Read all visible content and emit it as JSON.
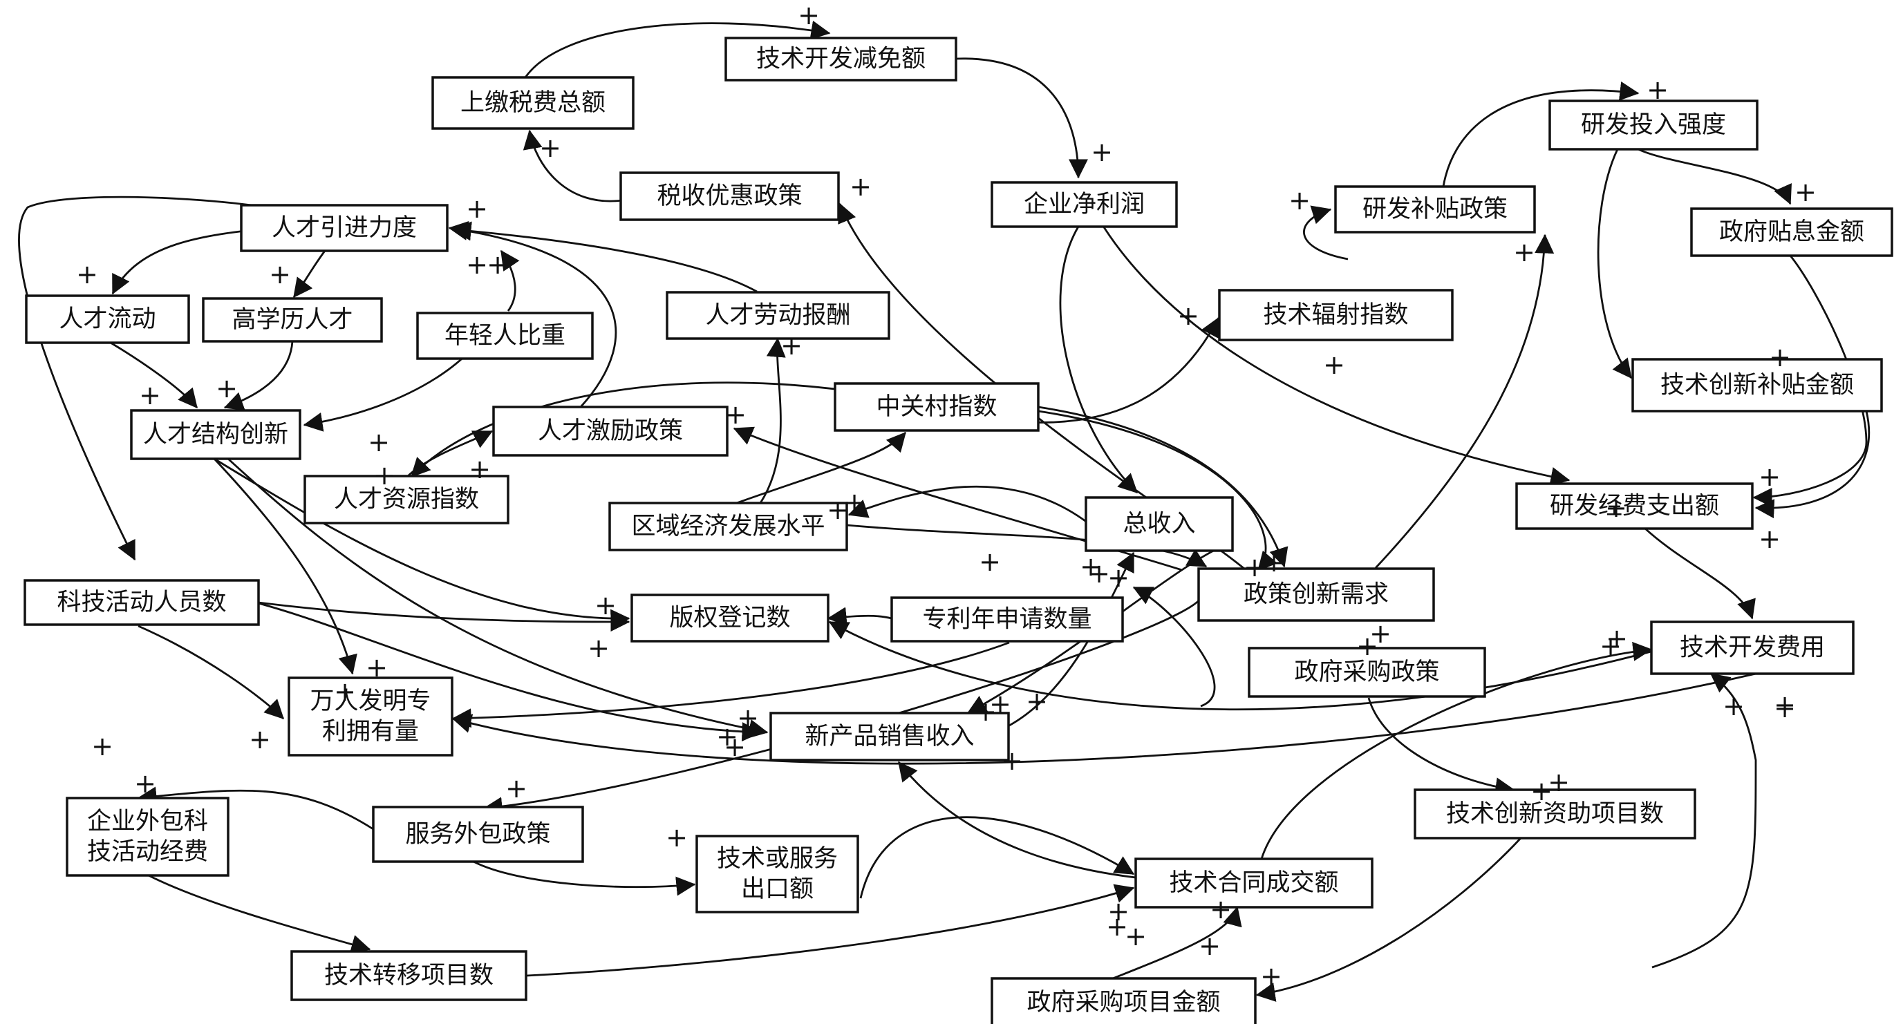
{
  "nodes": [
    {
      "id": "jishu_kaifa_jianmian",
      "label": [
        "技术开发减免额"
      ]
    },
    {
      "id": "shangjiao_shuifei",
      "label": [
        "上缴税费总额"
      ]
    },
    {
      "id": "yanfa_touru_qiangdu",
      "label": [
        "研发投入强度"
      ]
    },
    {
      "id": "qiye_jinglirun",
      "label": [
        "企业净利润"
      ]
    },
    {
      "id": "shuishou_youhui",
      "label": [
        "税收优惠政策"
      ]
    },
    {
      "id": "yanfa_butie",
      "label": [
        "研发补贴政策"
      ]
    },
    {
      "id": "zhengfu_tiexi",
      "label": [
        "政府贴息金额"
      ]
    },
    {
      "id": "rencai_yinjin",
      "label": [
        "人才引进力度"
      ]
    },
    {
      "id": "rencai_liudong",
      "label": [
        "人才流动"
      ]
    },
    {
      "id": "gaoxueli",
      "label": [
        "高学历人才"
      ]
    },
    {
      "id": "nianqingren",
      "label": [
        "年轻人比重"
      ]
    },
    {
      "id": "rencai_laodong_baochou",
      "label": [
        "人才劳动报酬"
      ]
    },
    {
      "id": "jishu_fushe",
      "label": [
        "技术辐射指数"
      ]
    },
    {
      "id": "jishu_chuangxin_butie",
      "label": [
        "技术创新补贴金额"
      ]
    },
    {
      "id": "rencai_jiegou",
      "label": [
        "人才结构创新"
      ]
    },
    {
      "id": "zhongguancun",
      "label": [
        "中关村指数"
      ]
    },
    {
      "id": "rencai_jili",
      "label": [
        "人才激励政策"
      ]
    },
    {
      "id": "rencai_ziyuan",
      "label": [
        "人才资源指数"
      ]
    },
    {
      "id": "quyu_jingji",
      "label": [
        "区域经济发展水平"
      ]
    },
    {
      "id": "zongshouru",
      "label": [
        "总收入"
      ]
    },
    {
      "id": "yanfa_jingfei",
      "label": [
        "研发经费支出额"
      ]
    },
    {
      "id": "keji_huodong_renyuan",
      "label": [
        "科技活动人员数"
      ]
    },
    {
      "id": "zhengce_xuqiu",
      "label": [
        "政策创新需求"
      ]
    },
    {
      "id": "banquan",
      "label": [
        "版权登记数"
      ]
    },
    {
      "id": "zhuanli_shenqing",
      "label": [
        "专利年申请数量"
      ]
    },
    {
      "id": "jishu_kaifa_feiyong",
      "label": [
        "技术开发费用"
      ]
    },
    {
      "id": "zhengfu_caigou_zhengce",
      "label": [
        "政府采购政策"
      ]
    },
    {
      "id": "wanren_famin",
      "label": [
        "万人发明专",
        "利拥有量"
      ]
    },
    {
      "id": "xinchanpin",
      "label": [
        "新产品销售收入"
      ]
    },
    {
      "id": "jishu_chuangxin_zizhu",
      "label": [
        "技术创新资助项目数"
      ]
    },
    {
      "id": "qiye_waibao",
      "label": [
        "企业外包科",
        "技活动经费"
      ]
    },
    {
      "id": "fuwu_waibao",
      "label": [
        "服务外包政策"
      ]
    },
    {
      "id": "jishu_fuwu_chukou",
      "label": [
        "技术或服务",
        "出口额"
      ]
    },
    {
      "id": "jishu_hetong",
      "label": [
        "技术合同成交额"
      ]
    },
    {
      "id": "jishu_zhuanyi",
      "label": [
        "技术转移项目数"
      ]
    },
    {
      "id": "zhengfu_caigou_jine",
      "label": [
        "政府采购项目金额"
      ]
    }
  ],
  "polarity_symbol": "+"
}
